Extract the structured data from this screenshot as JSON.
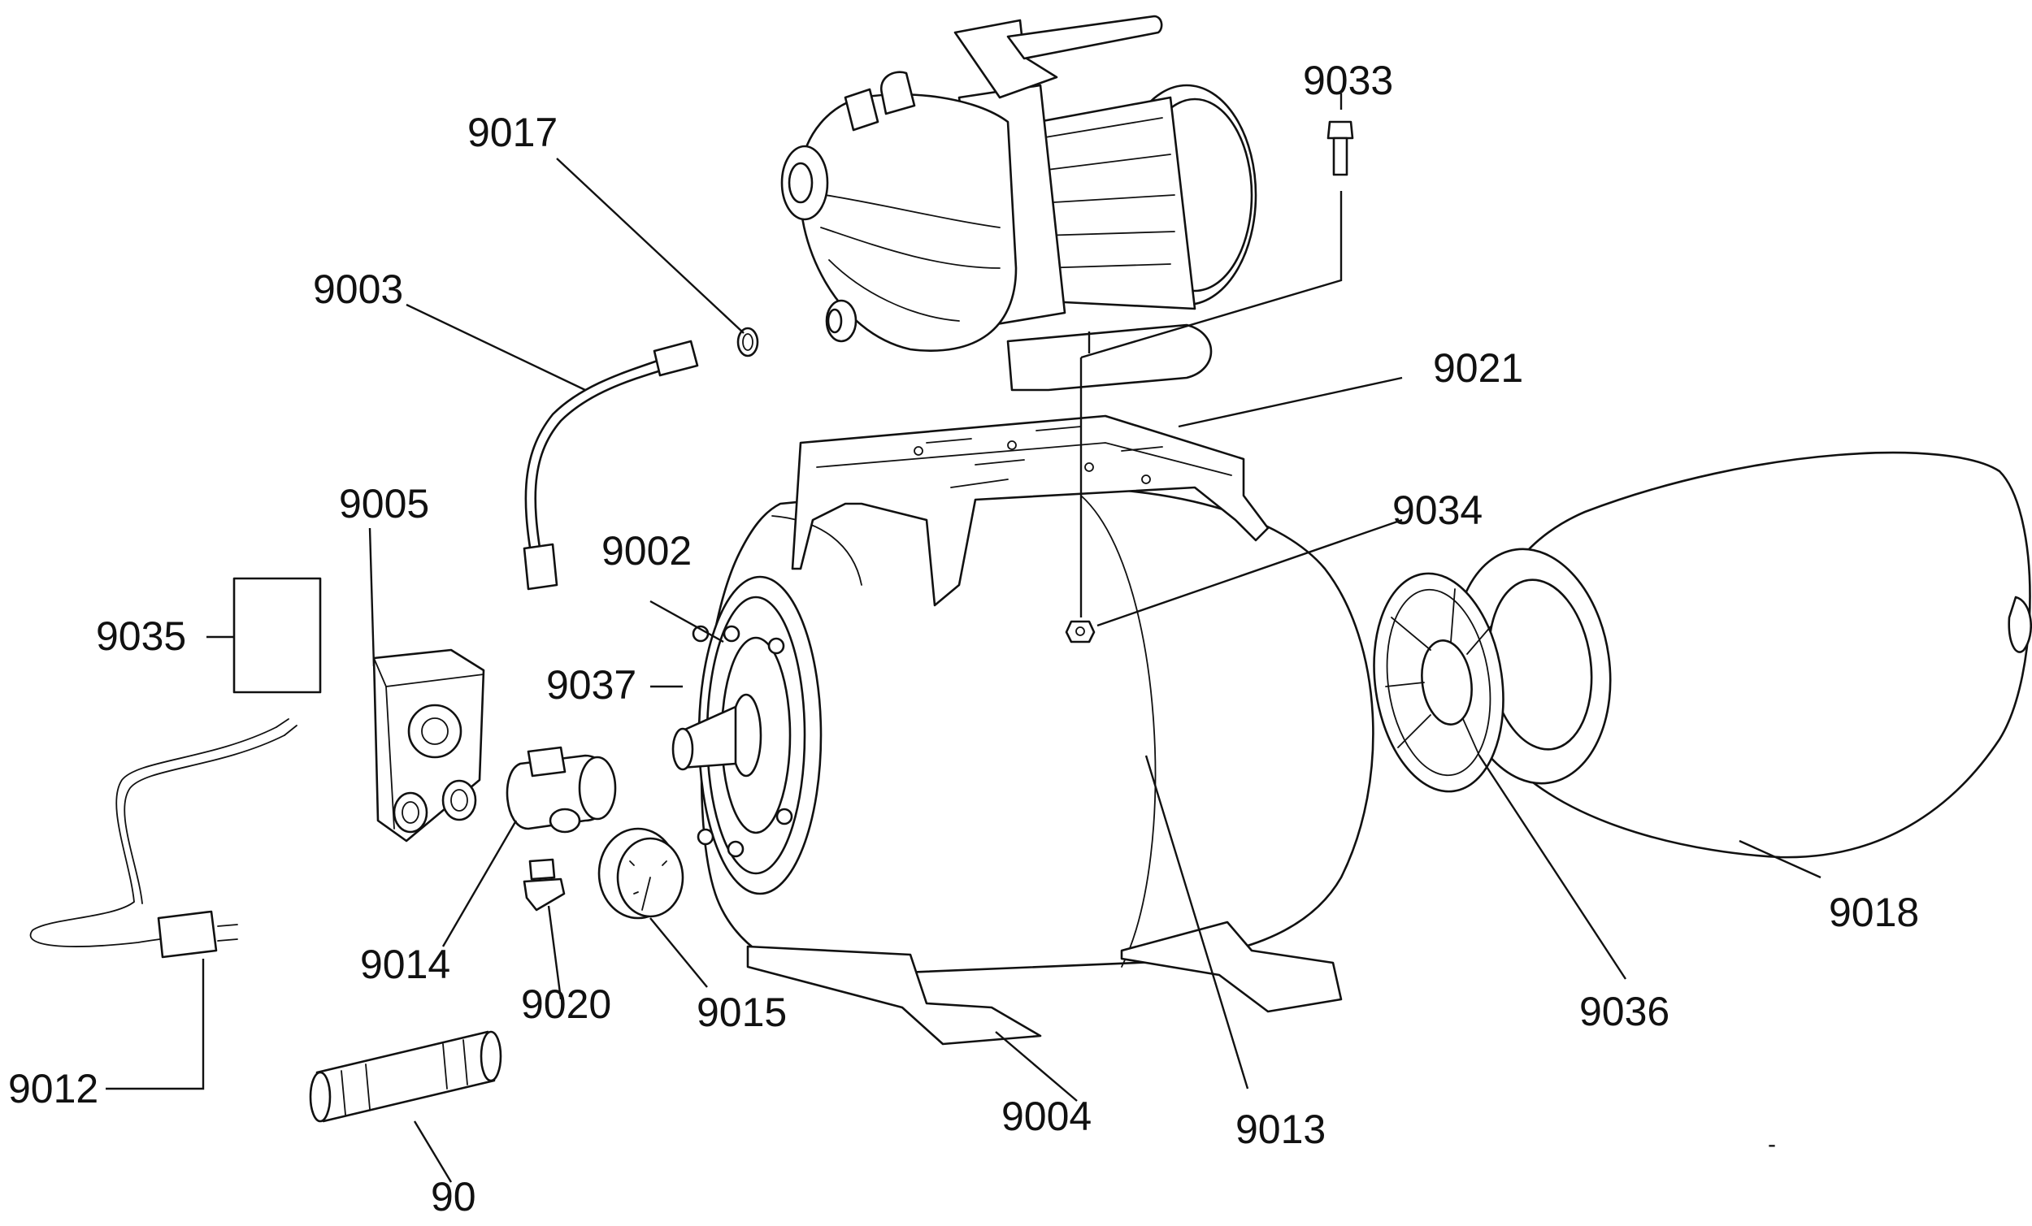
{
  "diagram": {
    "labels": [
      {
        "id": "9033",
        "text": "9033"
      },
      {
        "id": "9017",
        "text": "9017"
      },
      {
        "id": "9003",
        "text": "9003"
      },
      {
        "id": "9021",
        "text": "9021"
      },
      {
        "id": "9005",
        "text": "9005"
      },
      {
        "id": "9034",
        "text": "9034"
      },
      {
        "id": "9002",
        "text": "9002"
      },
      {
        "id": "9035",
        "text": "9035"
      },
      {
        "id": "9037",
        "text": "9037"
      },
      {
        "id": "9018",
        "text": "9018"
      },
      {
        "id": "9014",
        "text": "9014"
      },
      {
        "id": "9020",
        "text": "9020"
      },
      {
        "id": "9015",
        "text": "9015"
      },
      {
        "id": "9036",
        "text": "9036"
      },
      {
        "id": "9012",
        "text": "9012"
      },
      {
        "id": "9004",
        "text": "9004"
      },
      {
        "id": "9013",
        "text": "9013"
      },
      {
        "id": "90",
        "text": "90"
      }
    ],
    "footer_mark": "-"
  },
  "colors": {
    "line": "#111111",
    "background": "#ffffff"
  }
}
